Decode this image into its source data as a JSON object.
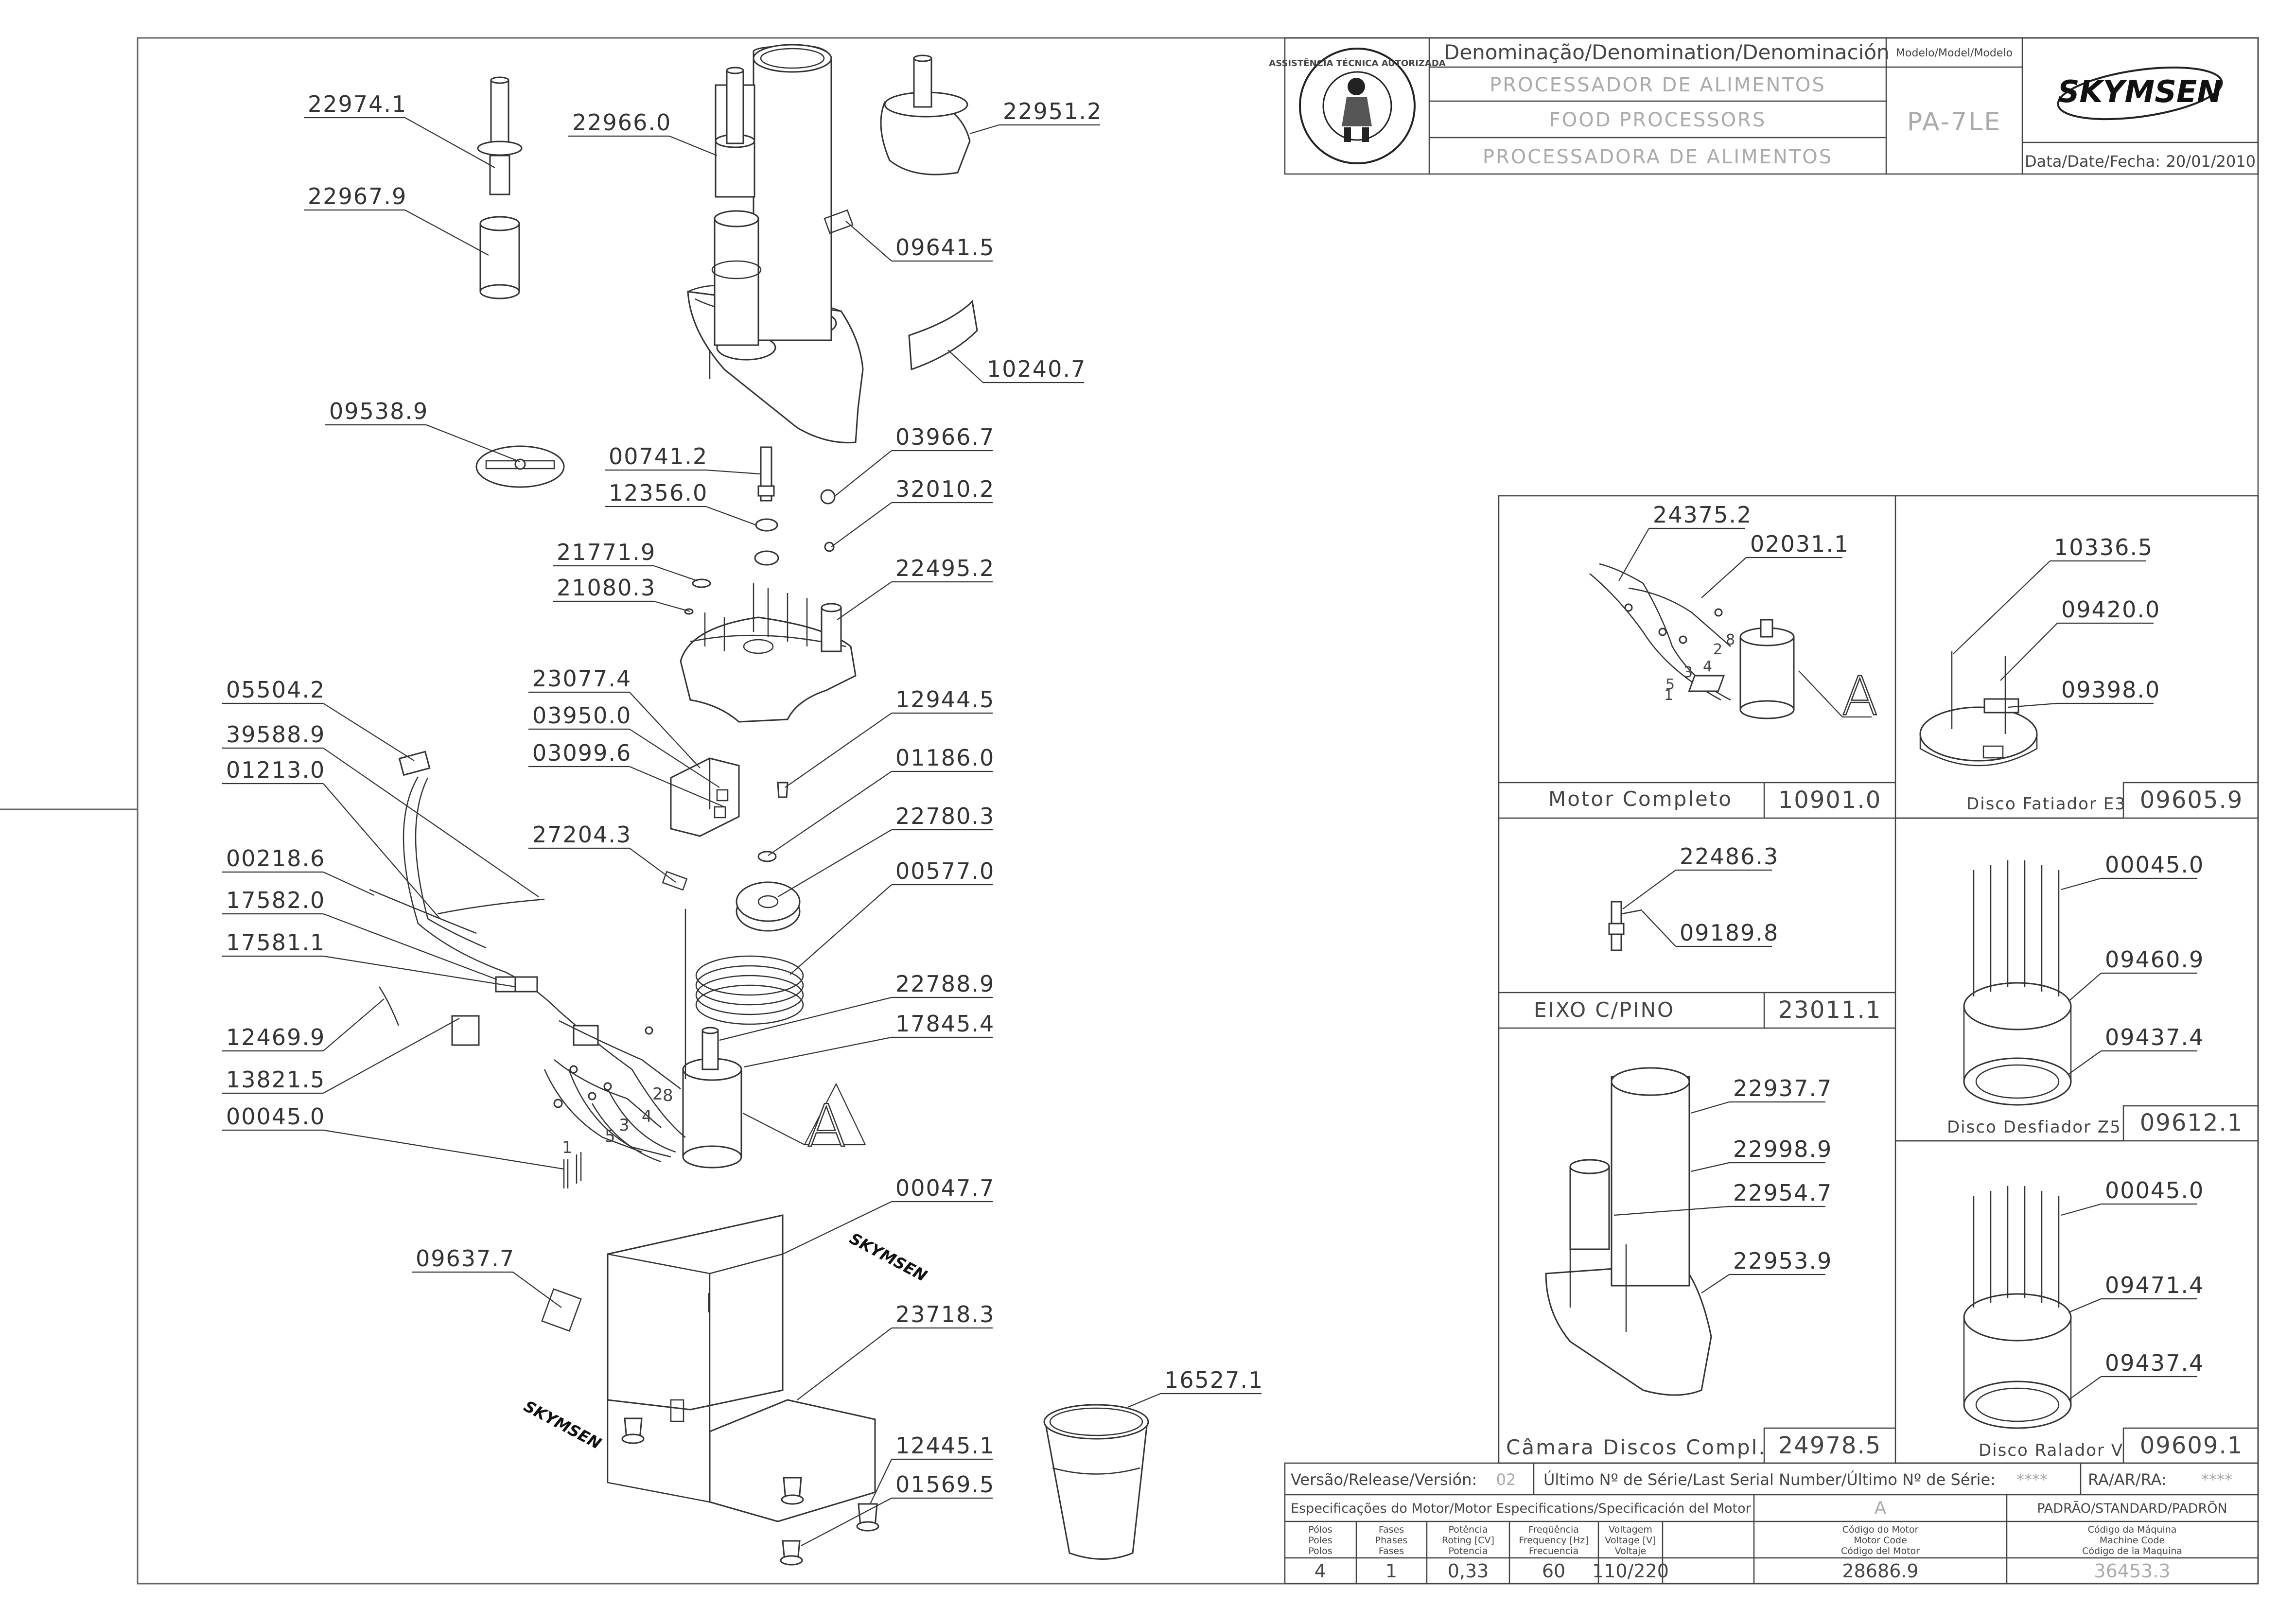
{
  "title_block": {
    "denomination_header": "Denominação/Denomination/Denominación",
    "name_pt": "PROCESSADOR DE ALIMENTOS",
    "name_en": "FOOD PROCESSORS",
    "name_es": "PROCESSADORA DE ALIMENTOS",
    "model_header": "Modelo/Model/Modelo",
    "model": "PA-7LE",
    "brand": "SKYMSEN",
    "date_label": "Data/Date/Fecha:",
    "date": "20/01/2010",
    "logo_text": "ASSISTÊNCIA TÉCNICA AUTORIZADA"
  },
  "main_parts": [
    "22974.1",
    "22967.9",
    "22966.0",
    "22951.2",
    "09641.5",
    "10240.7",
    "09538.9",
    "00741.2",
    "12356.0",
    "03966.7",
    "32010.2",
    "21771.9",
    "21080.3",
    "22495.2",
    "23077.4",
    "03950.0",
    "03099.6",
    "12944.5",
    "01186.0",
    "05504.2",
    "39588.9",
    "01213.0",
    "27204.3",
    "22780.3",
    "00577.0",
    "00218.6",
    "17582.0",
    "17581.1",
    "22788.9",
    "17845.4",
    "12469.9",
    "13821.5",
    "00045.0",
    "00047.7",
    "09637.7",
    "23718.3",
    "16527.1",
    "12445.1",
    "01569.5"
  ],
  "callout_letter": "A",
  "motor_numbers": [
    "1",
    "2",
    "3",
    "4",
    "5",
    "8"
  ],
  "kits": {
    "motor": {
      "parts": [
        "24375.2",
        "02031.1"
      ],
      "letter": "A",
      "name": "Motor Completo",
      "code": "10901.0"
    },
    "fatiador": {
      "parts": [
        "10336.5",
        "09420.0",
        "09398.0"
      ],
      "name": "Disco Fatiador E3",
      "code": "09605.9"
    },
    "eixo": {
      "parts": [
        "22486.3",
        "09189.8"
      ],
      "name": "EIXO C/PINO",
      "code": "23011.1"
    },
    "desfiador": {
      "parts": [
        "00045.0",
        "09460.9",
        "09437.4"
      ],
      "name": "Disco Desfiador Z5",
      "code": "09612.1"
    },
    "camara": {
      "parts": [
        "22937.7",
        "22998.9",
        "22954.7",
        "22953.9"
      ],
      "name": "Câmara Discos Compl.",
      "code": "24978.5"
    },
    "ralador": {
      "parts": [
        "00045.0",
        "09471.4",
        "09437.4"
      ],
      "name": "Disco Ralador V",
      "code": "09609.1"
    }
  },
  "spec_table": {
    "version_label": "Versão/Release/Versión:",
    "version": "02",
    "serial_label": "Último Nº de Série/Last Serial Number/Último Nº de Série:",
    "serial": "****",
    "ra_label": "RA/AR/RA:",
    "ra": "****",
    "motor_spec_label": "Especificações do Motor/Motor Especifications/Specificación del Motor",
    "motor_letter": "A",
    "standard": "PADRÃO/STANDARD/PADRÕN",
    "columns": [
      [
        "Pólos",
        "Poles",
        "Polos"
      ],
      [
        "Fases",
        "Phases",
        "Fases"
      ],
      [
        "Potência",
        "Roting [CV]",
        "Potencia"
      ],
      [
        "Freqüência",
        "Frequency [Hz]",
        "Frecuencia"
      ],
      [
        "Voltagem",
        "Voltage [V]",
        "Voltaje"
      ],
      [
        "Código do Motor",
        "Motor Code",
        "Código del Motor"
      ],
      [
        "Código da Máquina",
        "Machine Code",
        "Código de la Maquina"
      ]
    ],
    "values": [
      "4",
      "1",
      "0,33",
      "60",
      "110/220",
      "28686.9",
      "36453.3"
    ]
  }
}
